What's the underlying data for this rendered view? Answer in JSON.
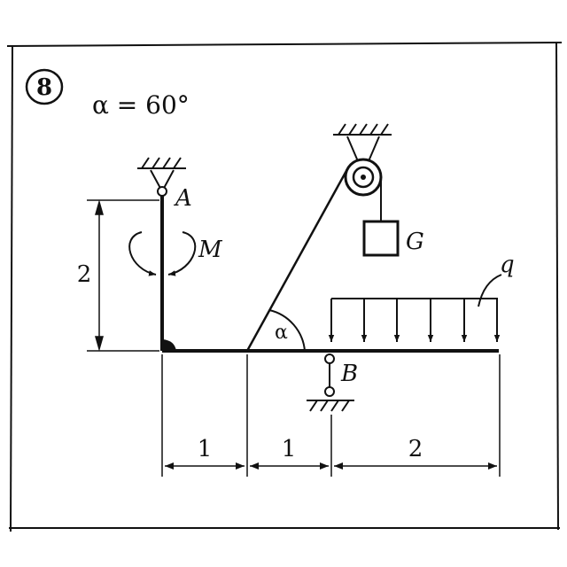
{
  "problem": {
    "number": "8",
    "angle_condition": "α = 60°"
  },
  "labels": {
    "support_a": "A",
    "support_b": "B",
    "moment": "M",
    "weight": "G",
    "distributed_load": "q",
    "angle": "α"
  },
  "dimensions": {
    "height_a": "2",
    "segment_1": "1",
    "segment_2": "1",
    "segment_3": "2"
  },
  "colors": {
    "ink": "#111111",
    "background": "#ffffff"
  }
}
